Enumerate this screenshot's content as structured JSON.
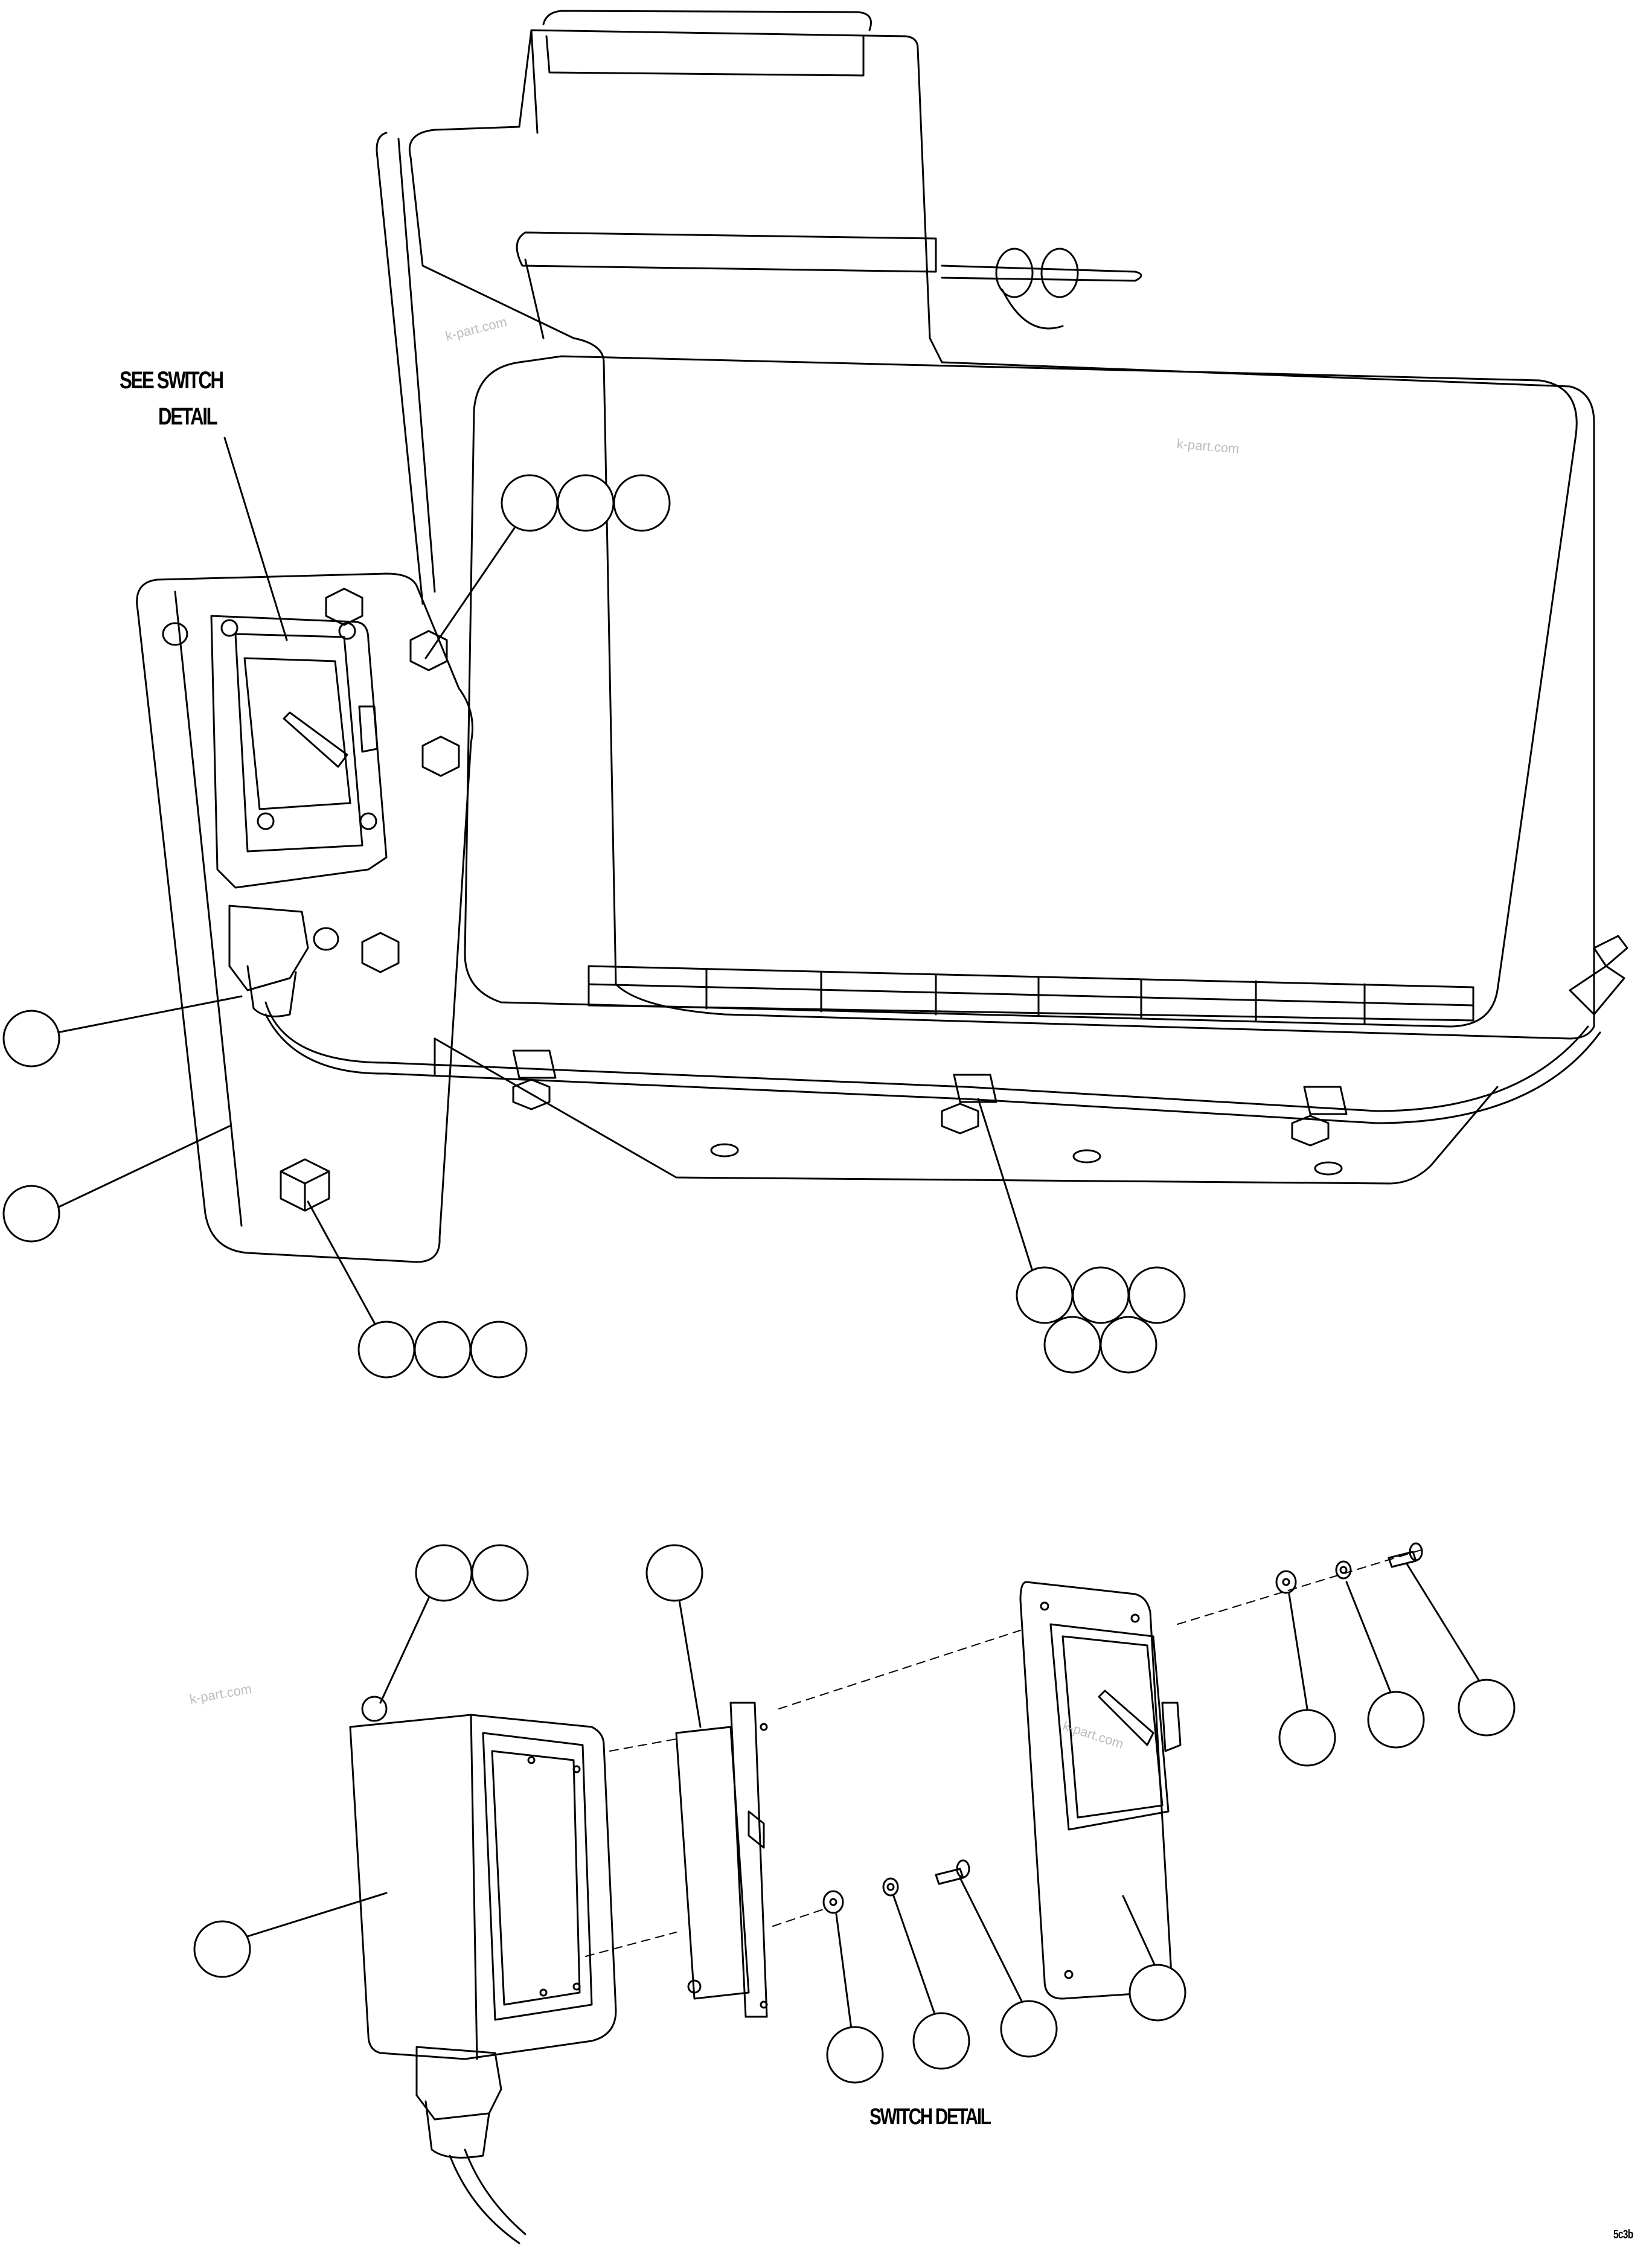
{
  "labels": {
    "see_switch_line1": "SEE SWITCH",
    "see_switch_line2": "DETAIL",
    "switch_detail": "SWITCH DETAIL",
    "drawing_id": "5c3b"
  },
  "watermark": {
    "text": "k-part.com"
  },
  "callouts": {
    "count_total": 24
  }
}
